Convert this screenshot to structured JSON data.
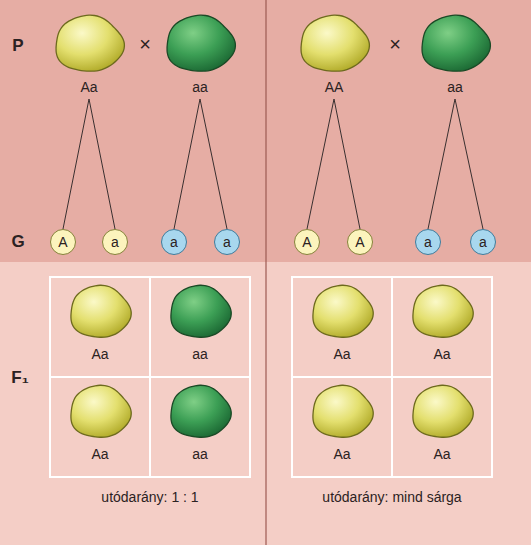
{
  "diagram": {
    "nodes": [
      {
        "text": [
          "Aa"
        ]
      },
      {
        "text": [
          "aa"
        ]
      },
      {
        "text": [
          "AA"
        ]
      },
      {
        "text": [
          "aa"
        ]
      },
      {
        "text": [
          "A"
        ]
      },
      {
        "text": [
          "a"
        ]
      },
      {
        "text": [
          "a"
        ]
      },
      {
        "text": [
          "a"
        ]
      },
      {
        "text": [
          "A"
        ]
      },
      {
        "text": [
          "A"
        ]
      },
      {
        "text": [
          "a"
        ]
      },
      {
        "text": [
          "a"
        ]
      },
      {
        "text": [
          "Aa"
        ]
      },
      {
        "text": [
          "aa"
        ]
      },
      {
        "text": [
          "Aa"
        ]
      },
      {
        "text": [
          "aa"
        ]
      },
      {
        "text": [
          "Aa"
        ]
      },
      {
        "text": [
          "Aa"
        ]
      },
      {
        "text": [
          "Aa"
        ]
      },
      {
        "text": [
          "Aa"
        ]
      }
    ],
    "edges": [
      {
        "from": 0,
        "to": 4,
        "arrow": "none"
      },
      {
        "from": 0,
        "to": 5,
        "arrow": "none"
      },
      {
        "from": 1,
        "to": 6,
        "arrow": "none"
      },
      {
        "from": 1,
        "to": 7,
        "arrow": "none"
      },
      {
        "from": 2,
        "to": 8,
        "arrow": "none"
      },
      {
        "from": 2,
        "to": 9,
        "arrow": "none"
      },
      {
        "from": 3,
        "to": 10,
        "arrow": "none"
      },
      {
        "from": 3,
        "to": 11,
        "arrow": "none"
      }
    ],
    "labels": [
      "P",
      "G",
      "F₁",
      "×",
      "×",
      "utódarány: 1 : 1",
      "utódarány: mind sárga"
    ]
  }
}
